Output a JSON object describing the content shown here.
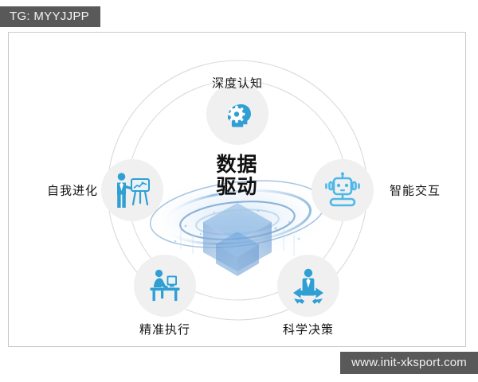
{
  "badge": {
    "text": "TG: MYYJJPP",
    "bg_color": "#595959",
    "text_color": "#f2f2f2"
  },
  "watermark": {
    "text": "www.init-xksport.com",
    "bg_color": "#595959",
    "text_color": "#f0f0f0"
  },
  "diagram": {
    "type": "radial-hub-and-spoke",
    "accent_color": "#2f9fd4",
    "accent_color_light": "#4db8e8",
    "node_circle_color": "#f0f0f0",
    "ring_color": "#d8d8d8",
    "center": {
      "line1": "数据",
      "line2": "驱动",
      "icon": "data-cube-orbit-icon"
    },
    "nodes": [
      {
        "id": "deep-cognition",
        "label": "深度认知",
        "icon": "head-gear-icon",
        "position": "top"
      },
      {
        "id": "intelligent-interaction",
        "label": "智能交互",
        "icon": "robot-icon",
        "position": "right"
      },
      {
        "id": "scientific-decision",
        "label": "科学决策",
        "icon": "person-arrows-icon",
        "position": "bottom-right"
      },
      {
        "id": "precise-execution",
        "label": "精准执行",
        "icon": "person-desk-icon",
        "position": "bottom-left"
      },
      {
        "id": "self-evolution",
        "label": "自我进化",
        "icon": "person-whiteboard-icon",
        "position": "left"
      }
    ]
  }
}
